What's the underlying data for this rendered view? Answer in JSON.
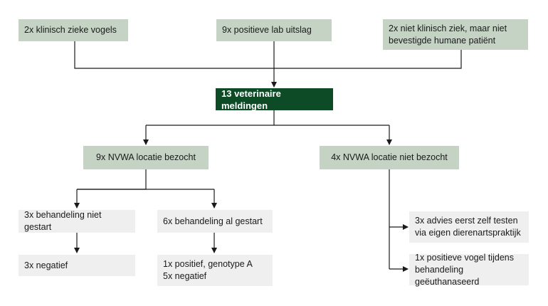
{
  "diagram": {
    "sources": [
      {
        "label": "2x klinisch zieke vogels"
      },
      {
        "label": "9x positieve lab uitslag"
      },
      {
        "label": "2x niet klinisch ziek, maar niet\nbevestigde humane patiënt"
      }
    ],
    "center": {
      "label": "13 veterinaire meldingen"
    },
    "level2": [
      {
        "label": "9x NVWA locatie bezocht"
      },
      {
        "label": "4x NVWA locatie niet bezocht"
      }
    ],
    "visited": {
      "not_started": {
        "label": "3x behandeling niet gestart",
        "outcome": "3x negatief"
      },
      "started": {
        "label": "6x behandeling al gestart",
        "outcome": "1x positief, genotype A\n5x negatief"
      }
    },
    "not_visited": {
      "advice": "3x advies eerst zelf testen\nvia eigen dierenartspraktijk",
      "euthanized": "1x positieve vogel tijdens\nbehandeling geëuthanaseerd"
    },
    "colors": {
      "source_box": "#c5d3c5",
      "center_box": "#0d4a26",
      "leaf_box": "#efefef",
      "connector": "#1a1a1a"
    }
  }
}
